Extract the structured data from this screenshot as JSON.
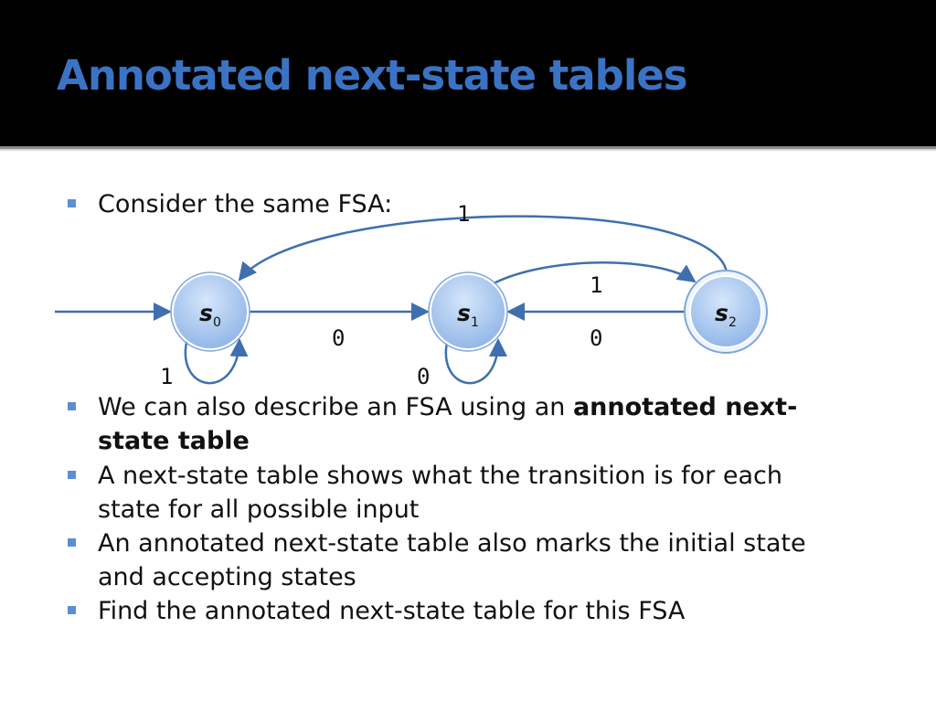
{
  "slide": {
    "title": "Annotated next-state tables",
    "accent_color": "#3b73c4",
    "bullet_color": "#5b8fd1"
  },
  "bullets": [
    {
      "text": "Consider the same FSA:"
    },
    {
      "before": "We can also describe an FSA using an ",
      "bold": "annotated next-state table",
      "after": ""
    },
    {
      "text": "A next-state table shows what the transition is for each state for all possible input"
    },
    {
      "text": "An annotated next-state table also marks the initial state and accepting states"
    },
    {
      "text": "Find the annotated next-state table for this FSA"
    }
  ],
  "fsa": {
    "states": [
      {
        "letter": "s",
        "sub": "0",
        "initial": true,
        "accepting": false
      },
      {
        "letter": "s",
        "sub": "1",
        "initial": false,
        "accepting": false
      },
      {
        "letter": "s",
        "sub": "2",
        "initial": false,
        "accepting": true
      }
    ],
    "transitions": [
      {
        "from": "s0",
        "to": "s0",
        "label": "1"
      },
      {
        "from": "s0",
        "to": "s1",
        "label": "0"
      },
      {
        "from": "s1",
        "to": "s1",
        "label": "0"
      },
      {
        "from": "s1",
        "to": "s2",
        "label": "1"
      },
      {
        "from": "s2",
        "to": "s1",
        "label": "0"
      },
      {
        "from": "s2",
        "to": "s0",
        "label": "1"
      }
    ],
    "state_fill": "#9ec0ec",
    "edge_color": "#3f6fae"
  }
}
